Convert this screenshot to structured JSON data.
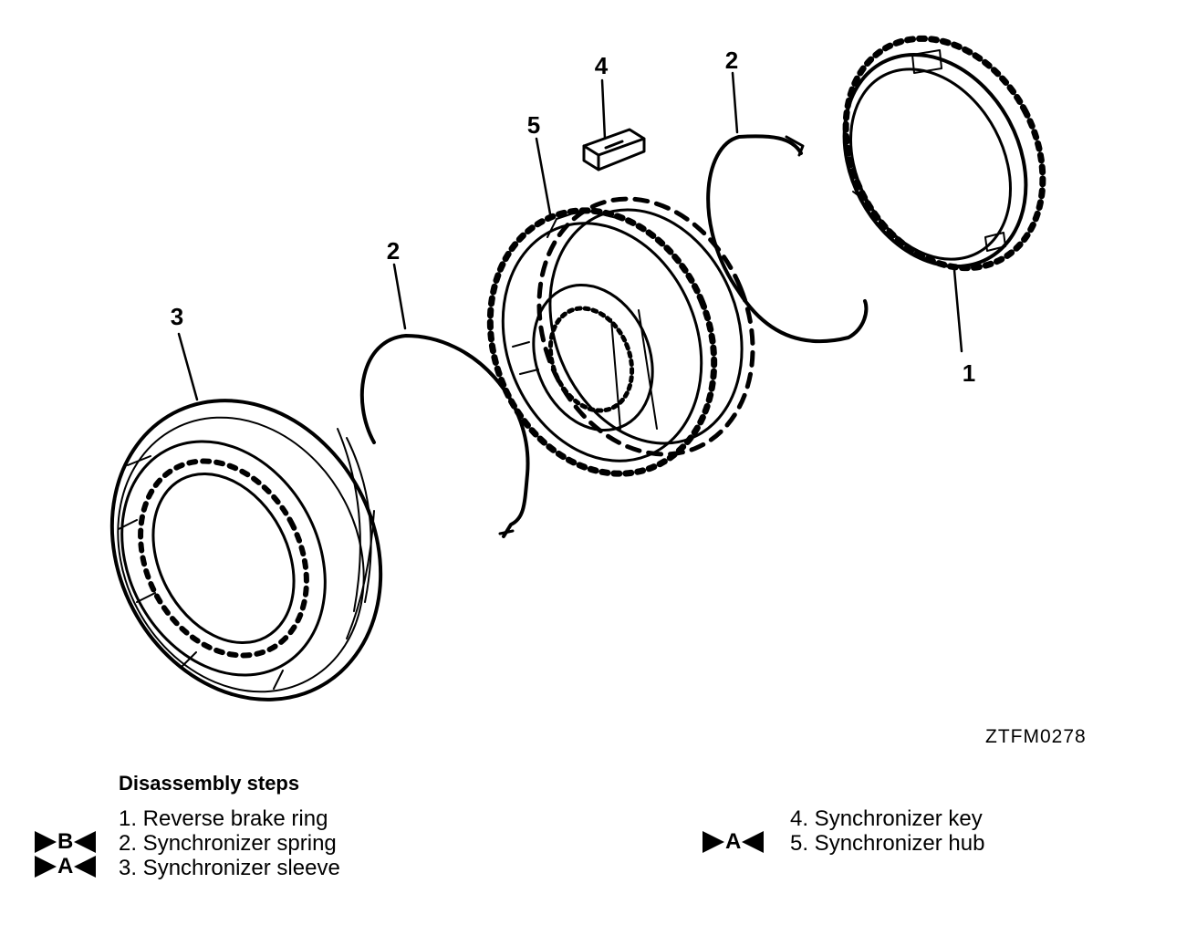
{
  "figure_code": "ZTFM0278",
  "callouts": {
    "c1": "1",
    "c2a": "2",
    "c2b": "2",
    "c3": "3",
    "c4": "4",
    "c5": "5"
  },
  "steps": {
    "title": "Disassembly steps",
    "items": [
      {
        "text": "1. Reverse brake ring",
        "marker": ""
      },
      {
        "text": "2. Synchronizer spring",
        "marker": "B"
      },
      {
        "text": "3. Synchronizer sleeve",
        "marker": "A"
      },
      {
        "text": "4. Synchronizer key",
        "marker": ""
      },
      {
        "text": "5. Synchronizer hub",
        "marker": "A"
      }
    ]
  }
}
